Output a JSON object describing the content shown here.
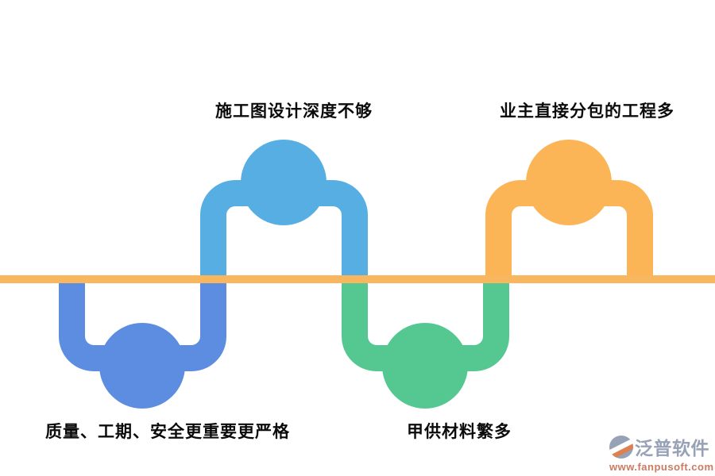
{
  "diagram": {
    "axis_color": "#F8B65E",
    "segments": [
      {
        "label": "质量、工期、安全更重要更严格",
        "direction": "down",
        "color": "#5C8DE0"
      },
      {
        "label": "施工图设计深度不够",
        "direction": "up",
        "color": "#57AEE2"
      },
      {
        "label": "甲供材料繁多",
        "direction": "down",
        "color": "#54C890"
      },
      {
        "label": "业主直接分包的工程多",
        "direction": "up",
        "color": "#FBB456"
      }
    ]
  },
  "watermark": {
    "brand": "泛普软件",
    "url": "www.fanpusoft.com",
    "brand_color": "#97A2B6",
    "url_color": "#CB7B61",
    "icon_gray": "#97A2B6",
    "icon_orange": "#DD8153",
    "icon_white": "#FFFFFF"
  }
}
